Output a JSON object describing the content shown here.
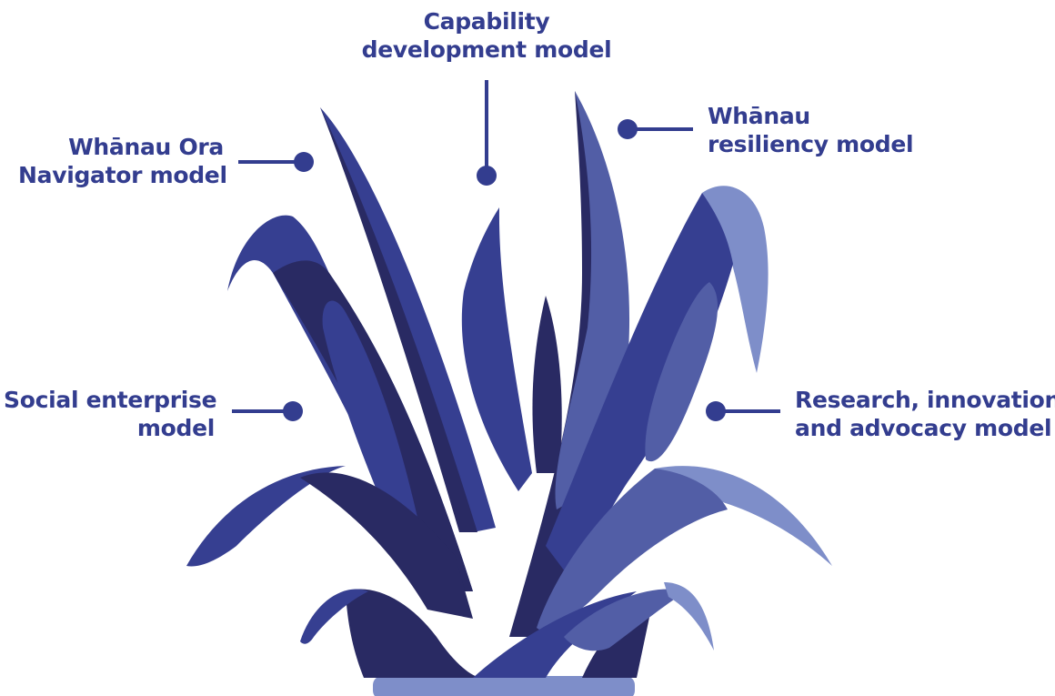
{
  "colors": {
    "label_text": "#333d8f",
    "leaf_dark": "#292a63",
    "leaf_mid": "#363f91",
    "leaf_light": "#525ea6",
    "leaf_pale": "#7e8ec9",
    "pot": "#7e8ec9",
    "connector": "#333d8f"
  },
  "models": [
    {
      "id": "capability",
      "line1": "Capability",
      "line2": "development model"
    },
    {
      "id": "navigator",
      "line1": "Whānau Ora",
      "line2": "Navigator model"
    },
    {
      "id": "resiliency",
      "line1": "Whānau",
      "line2": "resiliency model"
    },
    {
      "id": "social",
      "line1": "Social enterprise",
      "line2": "model"
    },
    {
      "id": "research",
      "line1": "Research, innovation",
      "line2": "and advocacy model"
    }
  ]
}
